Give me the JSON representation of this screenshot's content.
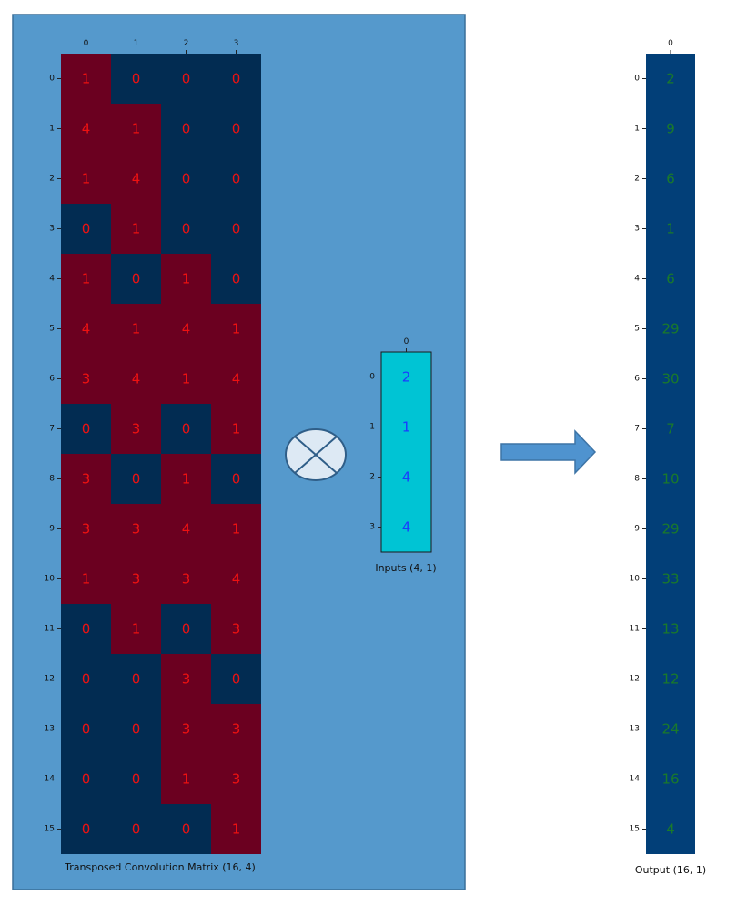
{
  "colors": {
    "panel_background": "#5599cc",
    "panel_border": "#3a6f99",
    "matrix_high": "#6b0020",
    "matrix_low": "#022c52",
    "matrix_text": "#ee1111",
    "input_fill": "#00c4d4",
    "input_text": "#1a3cff",
    "output_fill": "#023f78",
    "output_text": "#1a7a2a",
    "operator_fill": "#dde9f4",
    "operator_stroke": "#2f5e88",
    "arrow_fill": "#4f93cf",
    "arrow_stroke": "#3d74a6"
  },
  "matrix": {
    "caption": "Transposed Convolution Matrix (16, 4)",
    "col_ticks": [
      "0",
      "1",
      "2",
      "3"
    ],
    "row_ticks": [
      "0",
      "1",
      "2",
      "3",
      "4",
      "5",
      "6",
      "7",
      "8",
      "9",
      "10",
      "11",
      "12",
      "13",
      "14",
      "15"
    ],
    "values": [
      [
        "1",
        "0",
        "0",
        "0"
      ],
      [
        "4",
        "1",
        "0",
        "0"
      ],
      [
        "1",
        "4",
        "0",
        "0"
      ],
      [
        "0",
        "1",
        "0",
        "0"
      ],
      [
        "1",
        "0",
        "1",
        "0"
      ],
      [
        "4",
        "1",
        "4",
        "1"
      ],
      [
        "3",
        "4",
        "1",
        "4"
      ],
      [
        "0",
        "3",
        "0",
        "1"
      ],
      [
        "3",
        "0",
        "1",
        "0"
      ],
      [
        "3",
        "3",
        "4",
        "1"
      ],
      [
        "1",
        "3",
        "3",
        "4"
      ],
      [
        "0",
        "1",
        "0",
        "3"
      ],
      [
        "0",
        "0",
        "3",
        "0"
      ],
      [
        "0",
        "0",
        "3",
        "3"
      ],
      [
        "0",
        "0",
        "1",
        "3"
      ],
      [
        "0",
        "0",
        "0",
        "1"
      ]
    ],
    "shade": [
      [
        1,
        0,
        0,
        0
      ],
      [
        1,
        1,
        0,
        0
      ],
      [
        1,
        1,
        0,
        0
      ],
      [
        0,
        1,
        0,
        0
      ],
      [
        1,
        0,
        1,
        0
      ],
      [
        1,
        1,
        1,
        1
      ],
      [
        1,
        1,
        1,
        1
      ],
      [
        0,
        1,
        0,
        1
      ],
      [
        1,
        0,
        1,
        0
      ],
      [
        1,
        1,
        1,
        1
      ],
      [
        1,
        1,
        1,
        1
      ],
      [
        0,
        1,
        0,
        1
      ],
      [
        0,
        0,
        1,
        0
      ],
      [
        0,
        0,
        1,
        1
      ],
      [
        0,
        0,
        1,
        1
      ],
      [
        0,
        0,
        0,
        1
      ]
    ]
  },
  "operator": {
    "icon": "multiply-circle-icon"
  },
  "inputs": {
    "caption": "Inputs (4, 1)",
    "col_ticks": [
      "0"
    ],
    "row_ticks": [
      "0",
      "1",
      "2",
      "3"
    ],
    "values": [
      "2",
      "1",
      "4",
      "4"
    ]
  },
  "arrow": {
    "icon": "right-arrow-icon"
  },
  "output": {
    "caption": "Output (16, 1)",
    "col_ticks": [
      "0"
    ],
    "row_ticks": [
      "0",
      "1",
      "2",
      "3",
      "4",
      "5",
      "6",
      "7",
      "8",
      "9",
      "10",
      "11",
      "12",
      "13",
      "14",
      "15"
    ],
    "values": [
      "2",
      "9",
      "6",
      "1",
      "6",
      "29",
      "30",
      "7",
      "10",
      "29",
      "33",
      "13",
      "12",
      "24",
      "16",
      "4"
    ]
  }
}
